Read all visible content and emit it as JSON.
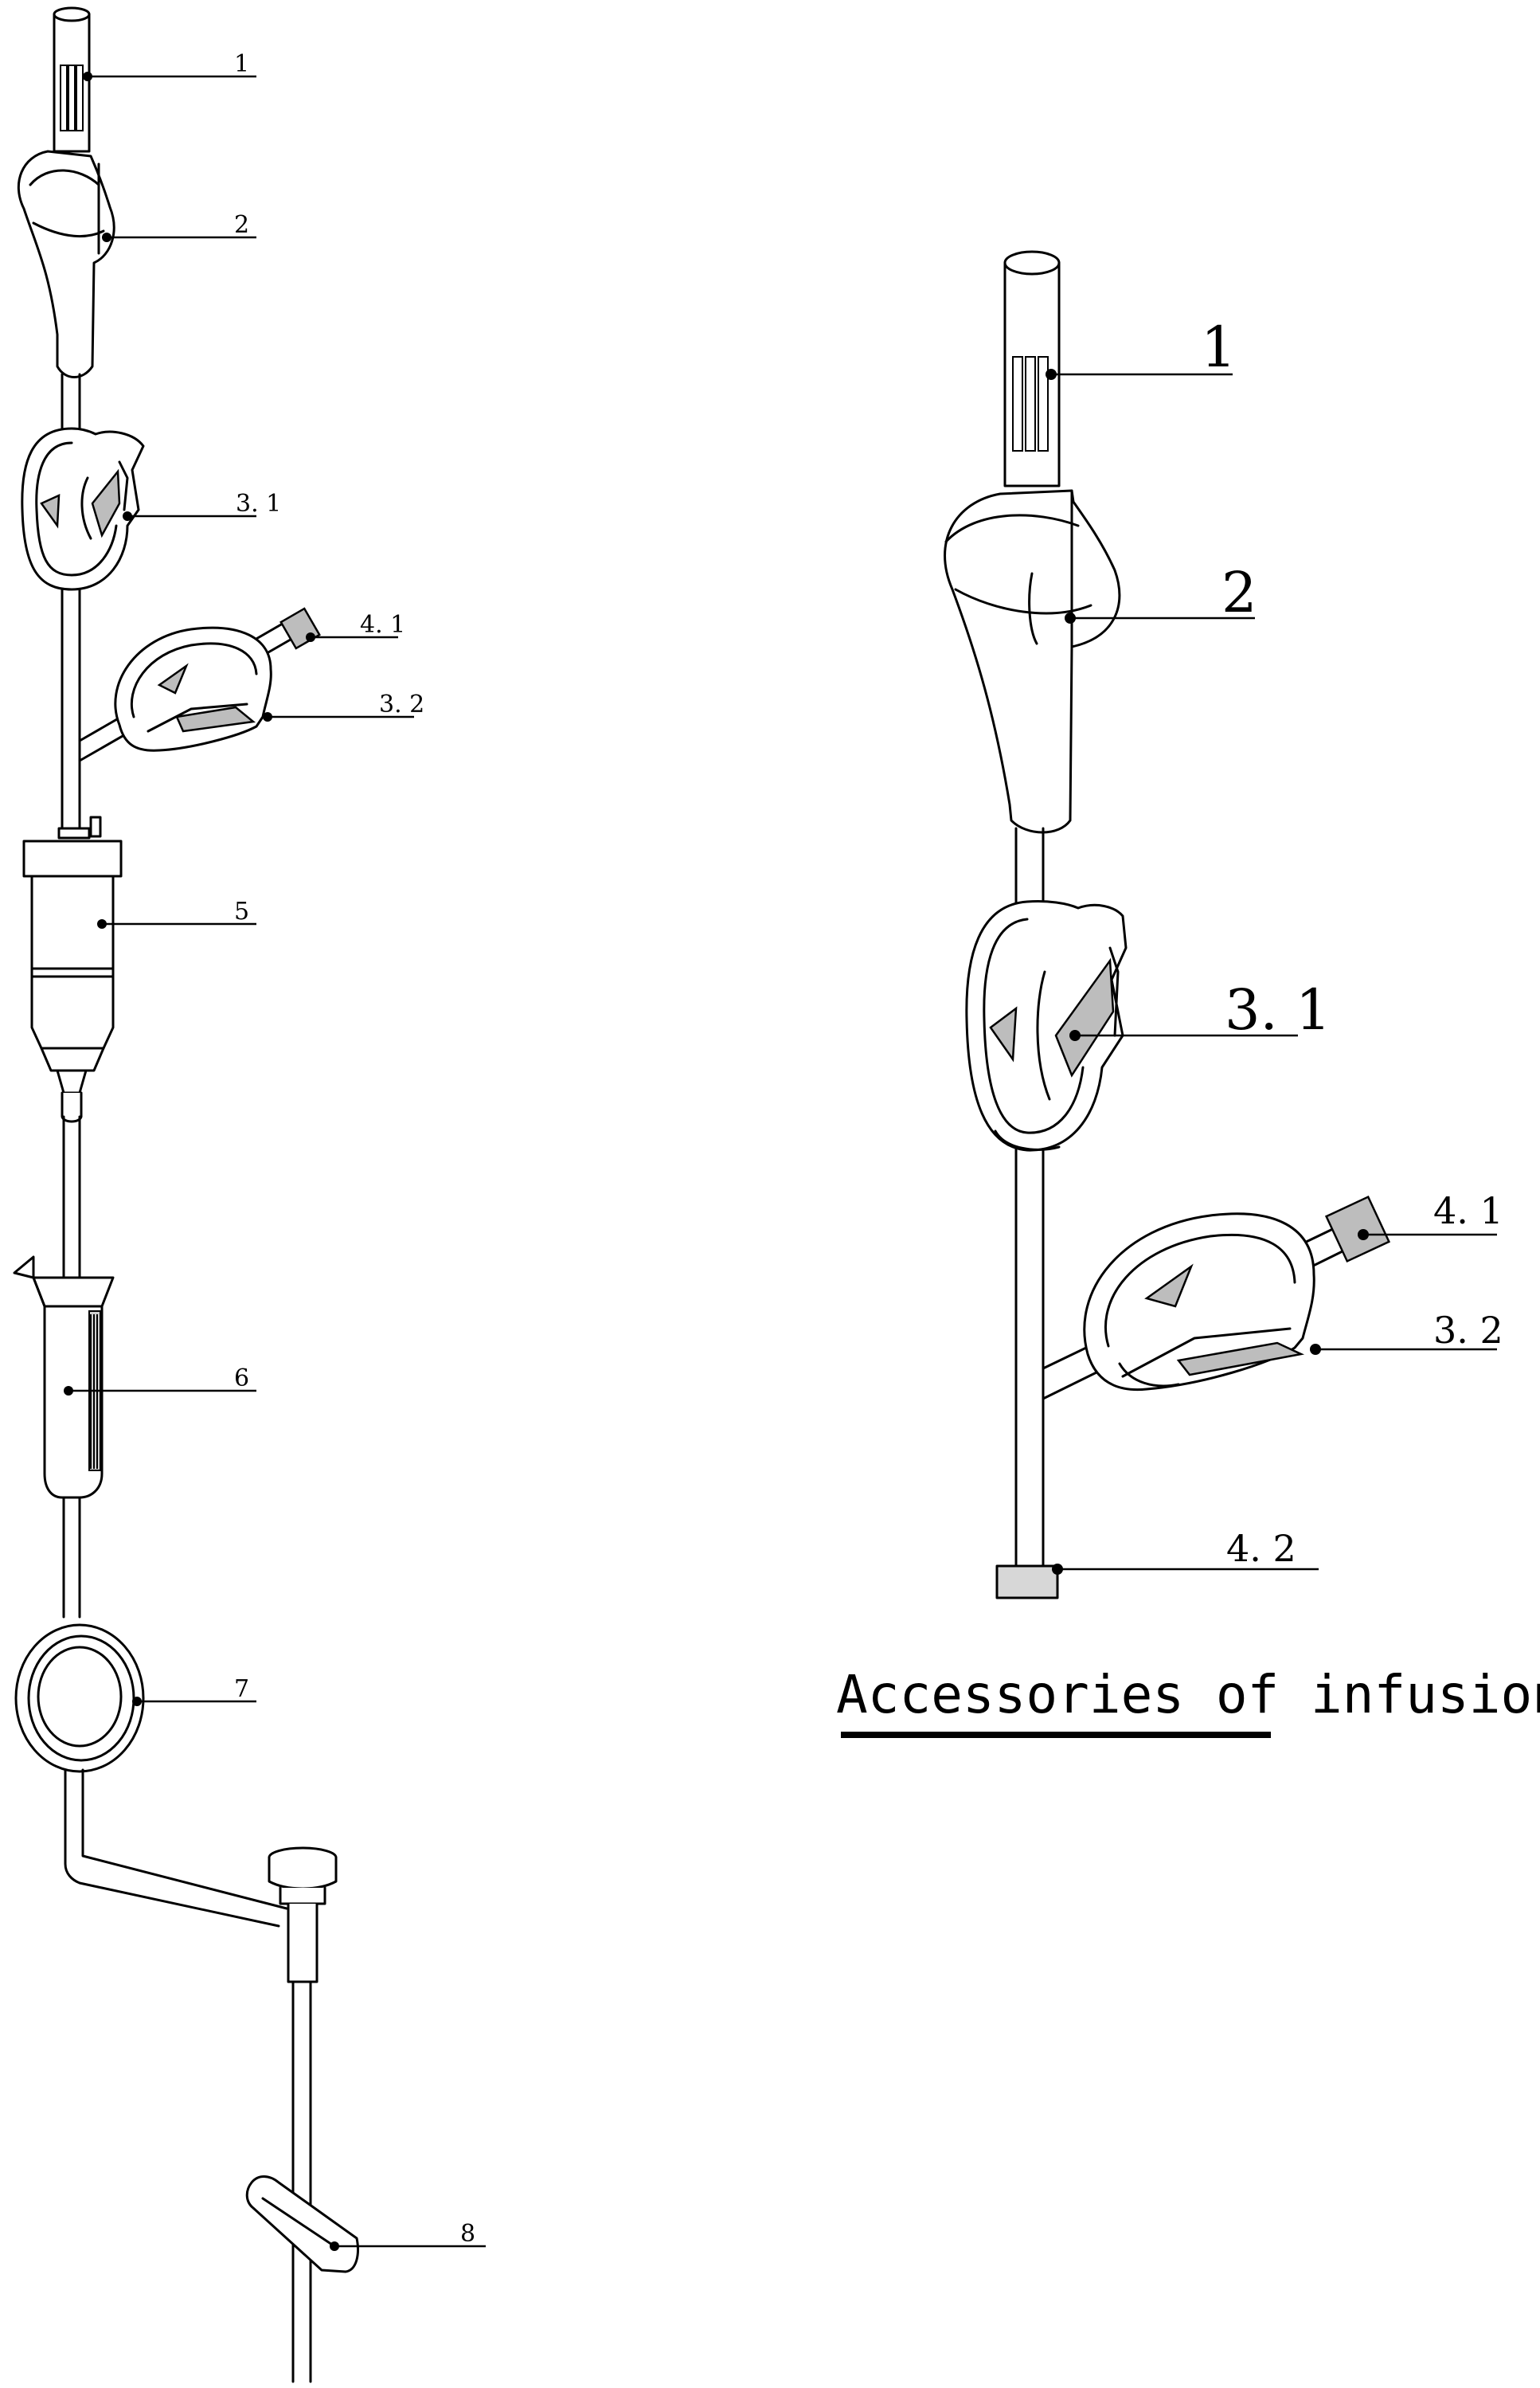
{
  "left_set": {
    "labels": [
      "1",
      "2",
      "3. 1",
      "4. 1",
      "3. 2",
      "5",
      "6",
      "7",
      "8"
    ]
  },
  "right_set": {
    "labels": [
      "1",
      "2",
      "3. 1",
      "4. 1",
      "3. 2",
      "4. 2"
    ]
  },
  "caption": "Accessories of infusionset",
  "colors": {
    "ink": "#000000",
    "fill_gray": "#bdbdbd",
    "paper": "#ffffff"
  }
}
